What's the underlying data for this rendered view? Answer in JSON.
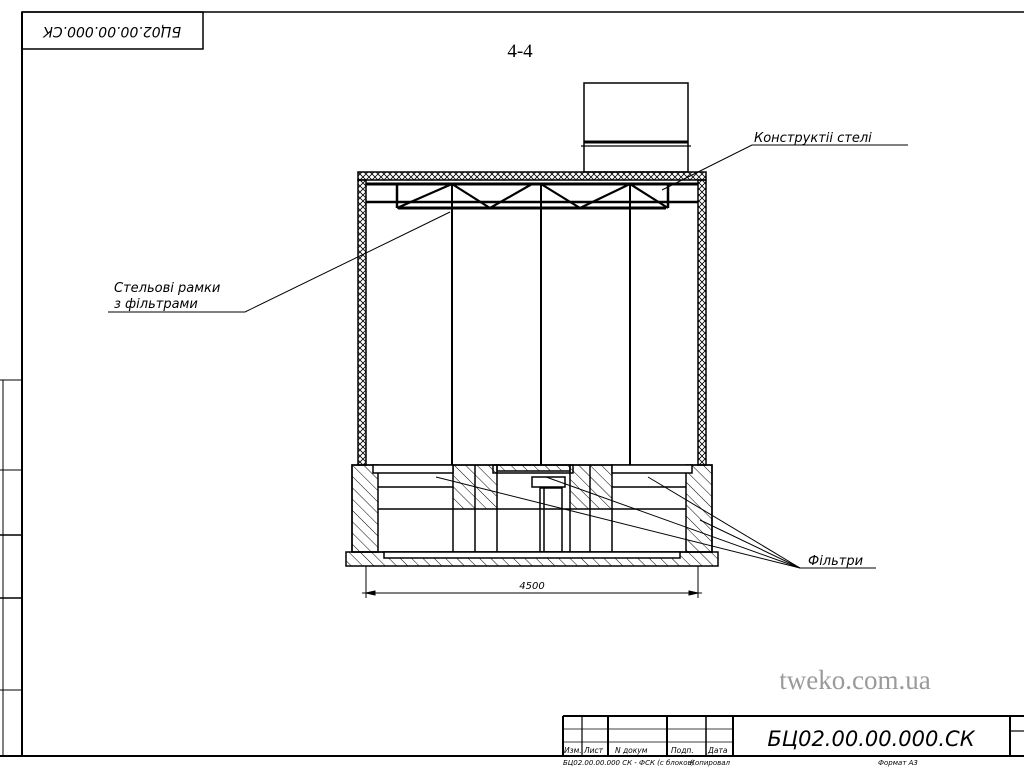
{
  "sheet": {
    "section_title": "4-4",
    "rotated_stamp": "БЦ02.00.00.000.СК",
    "watermark": "tweko.com.ua"
  },
  "callouts": {
    "ceiling_structures": "Конструктіі стелі",
    "ceiling_frames_line1": "Стельові рамки",
    "ceiling_frames_line2": "з фільтрами",
    "filters": "Фільтри"
  },
  "dimensions": {
    "overall_width": "4500"
  },
  "title_block": {
    "designation": "БЦ02.00.00.000.СК",
    "columns": [
      "Изм.",
      "Лист",
      "N докум",
      "Подп.",
      "Дата"
    ],
    "footer_left": "БЦ02.00.00.000 СК - ФСК (с блоков)",
    "footer_copied": "Копировал",
    "footer_format": "Формат А3"
  }
}
